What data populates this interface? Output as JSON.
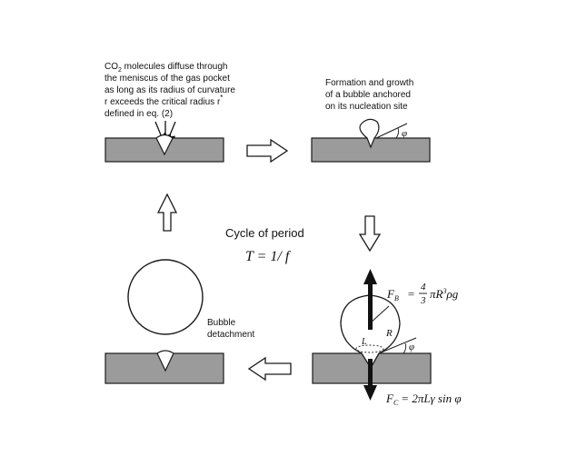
{
  "panels": {
    "diffusion": {
      "lines": [
        {
          "pre": "CO",
          "sub": "2",
          "post": " molecules diffuse through"
        },
        {
          "pre": "the meniscus of the gas pocket",
          "sub": "",
          "post": ""
        },
        {
          "pre": "as long as its radius of curvature",
          "sub": "",
          "post": ""
        },
        {
          "pre": "r exceeds the critical radius r",
          "sub": "",
          "post": "*"
        },
        {
          "pre": "defined in eq. (2)",
          "sub": "",
          "post": ""
        }
      ]
    },
    "growth": {
      "lines": [
        "Formation and growth",
        "of a bubble anchored",
        "on its nucleation site"
      ],
      "angle_symbol": "φ"
    },
    "forces": {
      "buoyancy_label": "F",
      "buoyancy_sub": "B",
      "buoyancy_eq_lhs": "=",
      "buoyancy_num": "4",
      "buoyancy_den": "3",
      "buoyancy_rhs": "πR",
      "buoyancy_pow": "3",
      "buoyancy_tail": "ρg",
      "radius_symbol": "R",
      "contact_symbol": "L",
      "angle_symbol": "φ",
      "capillary_label": "F",
      "capillary_sub": "C",
      "capillary_rhs": "= 2πLγ sin φ"
    },
    "detachment": {
      "lines": [
        "Bubble",
        "detachment"
      ]
    }
  },
  "center": {
    "title": "Cycle of period",
    "formula": "T = 1/ f"
  }
}
